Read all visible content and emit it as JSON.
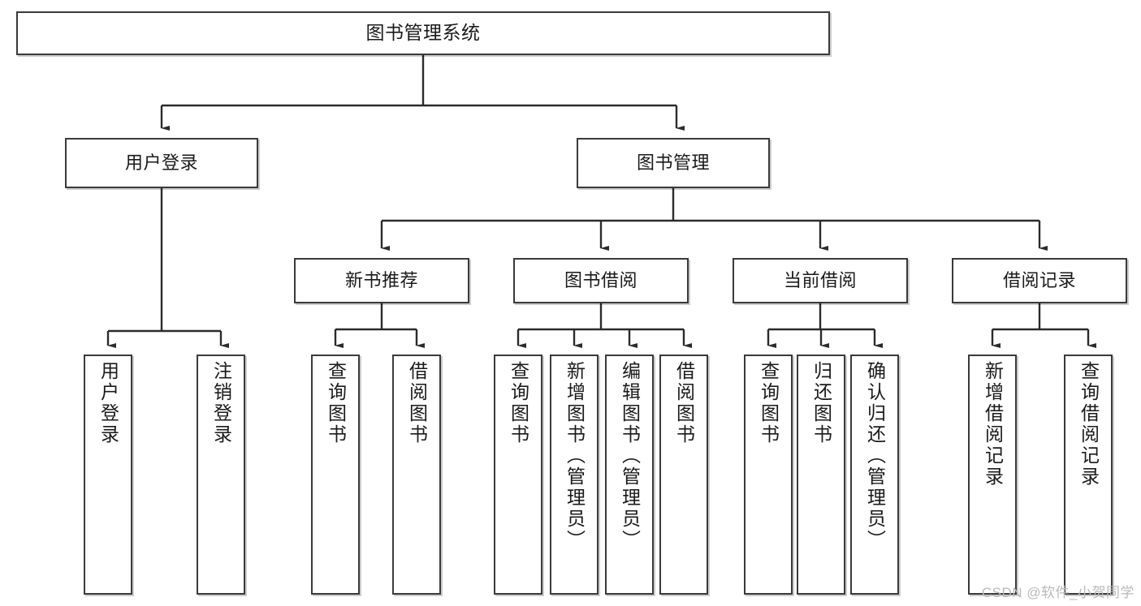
{
  "diagram": {
    "title": "图书管理系统",
    "type": "tree-hierarchy-diagram",
    "root": {
      "id": "root",
      "label": "图书管理系统"
    },
    "level2": [
      {
        "id": "user-login",
        "label": "用户登录"
      },
      {
        "id": "book-manage",
        "label": "图书管理"
      }
    ],
    "level3": [
      {
        "id": "new-book-recommend",
        "label": "新书推荐"
      },
      {
        "id": "book-borrow",
        "label": "图书借阅"
      },
      {
        "id": "current-borrow",
        "label": "当前借阅"
      },
      {
        "id": "borrow-record",
        "label": "借阅记录"
      }
    ],
    "leaves": {
      "user_login": [
        {
          "id": "leaf-user-login",
          "label": "用户登录"
        },
        {
          "id": "leaf-logout-login",
          "label": "注销登录"
        }
      ],
      "new_book_recommend": [
        {
          "id": "leaf-query-book-1",
          "label": "查询图书"
        },
        {
          "id": "leaf-borrow-book-1",
          "label": "借阅图书"
        }
      ],
      "book_borrow": [
        {
          "id": "leaf-query-book-2",
          "label": "查询图书"
        },
        {
          "id": "leaf-add-book-admin",
          "label": "新增图书（管理员）"
        },
        {
          "id": "leaf-edit-book-admin",
          "label": "编辑图书（管理员）"
        },
        {
          "id": "leaf-borrow-book-2",
          "label": "借阅图书"
        }
      ],
      "current_borrow": [
        {
          "id": "leaf-query-book-3",
          "label": "查询图书"
        },
        {
          "id": "leaf-return-book",
          "label": "归还图书"
        },
        {
          "id": "leaf-confirm-return-admin",
          "label": "确认归还（管理员）"
        }
      ],
      "borrow_record": [
        {
          "id": "leaf-add-borrow-record",
          "label": "新增借阅记录"
        },
        {
          "id": "leaf-query-borrow-record",
          "label": "查询借阅记录"
        }
      ]
    }
  },
  "watermark": {
    "text": "CSDN @软件_小贺同学"
  },
  "colors": {
    "background": "#ffffff",
    "node_border": "#3a3a3a",
    "node_fill": "#ffffff",
    "edge": "#2b2b2b",
    "text": "#1a1a1a",
    "watermark": "#b9b9b9"
  }
}
